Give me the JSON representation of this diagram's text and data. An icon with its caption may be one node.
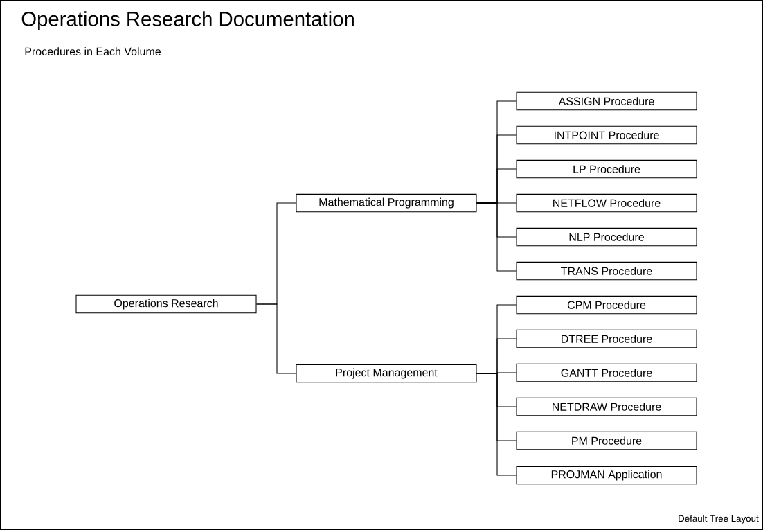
{
  "diagram": {
    "title": "Operations Research Documentation",
    "caption": "Procedures in Each Volume",
    "nodes": [
      {
        "text": [
          "Operations Research"
        ]
      },
      {
        "text": [
          "Mathematical Programming"
        ]
      },
      {
        "text": [
          "Project Management"
        ]
      },
      {
        "text": [
          "ASSIGN Procedure"
        ]
      },
      {
        "text": [
          "INTPOINT Procedure"
        ]
      },
      {
        "text": [
          "LP Procedure"
        ]
      },
      {
        "text": [
          "NETFLOW Procedure"
        ]
      },
      {
        "text": [
          "NLP Procedure"
        ]
      },
      {
        "text": [
          "TRANS Procedure"
        ]
      },
      {
        "text": [
          "CPM Procedure"
        ]
      },
      {
        "text": [
          "DTREE Procedure"
        ]
      },
      {
        "text": [
          "GANTT Procedure"
        ]
      },
      {
        "text": [
          "NETDRAW Procedure"
        ]
      },
      {
        "text": [
          "PM Procedure"
        ]
      },
      {
        "text": [
          "PROJMAN Application"
        ]
      }
    ],
    "edges": [
      {
        "from": 0,
        "to": 1,
        "arrow": "none"
      },
      {
        "from": 0,
        "to": 2,
        "arrow": "none"
      },
      {
        "from": 1,
        "to": 3,
        "arrow": "none"
      },
      {
        "from": 1,
        "to": 4,
        "arrow": "none"
      },
      {
        "from": 1,
        "to": 5,
        "arrow": "none"
      },
      {
        "from": 1,
        "to": 6,
        "arrow": "none"
      },
      {
        "from": 1,
        "to": 7,
        "arrow": "none"
      },
      {
        "from": 1,
        "to": 8,
        "arrow": "none"
      },
      {
        "from": 2,
        "to": 9,
        "arrow": "none"
      },
      {
        "from": 2,
        "to": 10,
        "arrow": "none"
      },
      {
        "from": 2,
        "to": 11,
        "arrow": "none"
      },
      {
        "from": 2,
        "to": 12,
        "arrow": "none"
      },
      {
        "from": 2,
        "to": 13,
        "arrow": "none"
      },
      {
        "from": 2,
        "to": 14,
        "arrow": "none"
      }
    ],
    "labels": [
      "Default Tree Layout"
    ]
  }
}
